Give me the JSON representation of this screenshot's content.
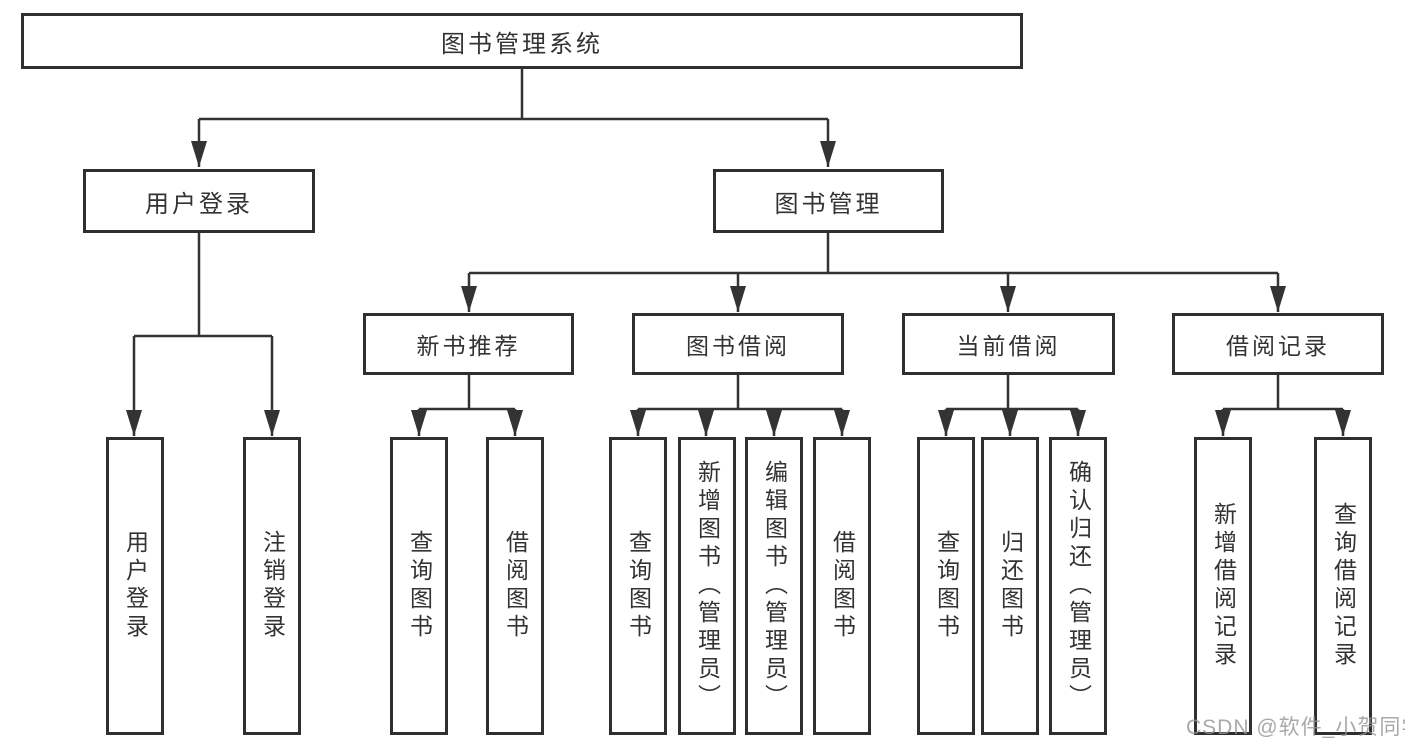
{
  "tree": {
    "root": {
      "label": "图书管理系统"
    },
    "level2": [
      {
        "label": "用户登录",
        "children": [
          {
            "label": "用户登录"
          },
          {
            "label": "注销登录"
          }
        ]
      },
      {
        "label": "图书管理",
        "children": [
          {
            "label": "新书推荐",
            "children": [
              {
                "label": "查询图书"
              },
              {
                "label": "借阅图书"
              }
            ]
          },
          {
            "label": "图书借阅",
            "children": [
              {
                "label": "查询图书"
              },
              {
                "label": "新增图书（管理员）"
              },
              {
                "label": "编辑图书（管理员）"
              },
              {
                "label": "借阅图书"
              }
            ]
          },
          {
            "label": "当前借阅",
            "children": [
              {
                "label": "查询图书"
              },
              {
                "label": "归还图书"
              },
              {
                "label": "确认归还（管理员）"
              }
            ]
          },
          {
            "label": "借阅记录",
            "children": [
              {
                "label": "新增借阅记录"
              },
              {
                "label": "查询借阅记录"
              }
            ]
          }
        ]
      }
    ]
  },
  "watermark": {
    "text": "CSDN @软件_小贺同学"
  },
  "colors": {
    "line": "#333333",
    "box_border": "#2f2f2f",
    "text": "#333333",
    "watermark": "#949494",
    "background": "#ffffff"
  }
}
